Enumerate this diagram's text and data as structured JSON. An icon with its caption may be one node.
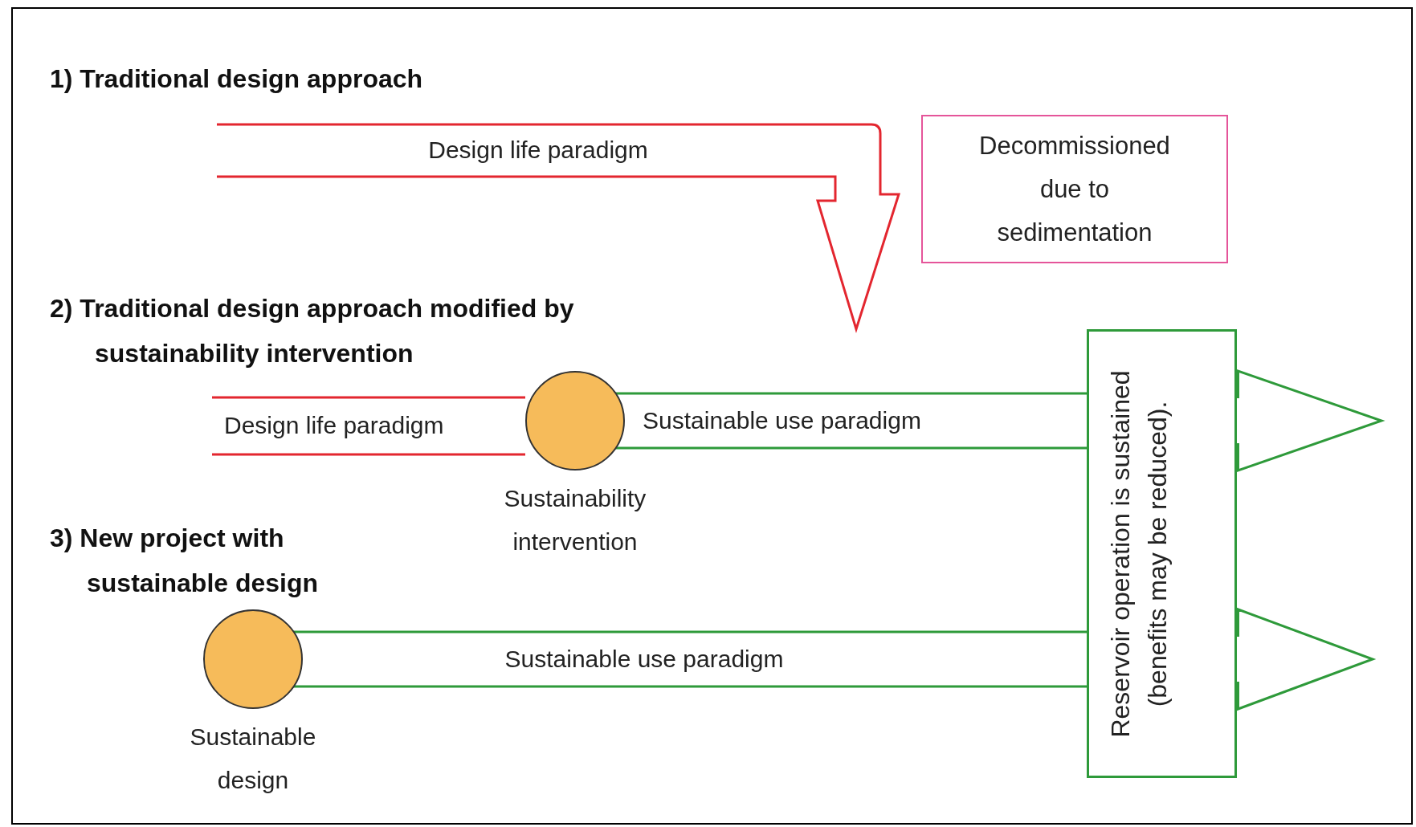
{
  "diagram": {
    "nodes": [
      {
        "text": [
          "Design life paradigm"
        ]
      },
      {
        "text": [
          "Decommissioned due to sedimentation"
        ]
      },
      {
        "text": [
          "Design life paradigm"
        ]
      },
      {
        "text": [],
        "shape": "circle",
        "beside": [
          "Sustainability intervention"
        ]
      },
      {
        "text": [
          "Reservoir operation is sustained (benefits may be reduced)."
        ]
      },
      {
        "text": [],
        "shape": "circle",
        "beside": [
          "Sustainable design"
        ]
      }
    ],
    "edges": [
      {
        "from": 3,
        "to": 4,
        "arrow": "to",
        "label": "Sustainable use paradigm",
        "color": "#2e9a3a"
      },
      {
        "from": 5,
        "to": 4,
        "arrow": "to",
        "label": "Sustainable use paradigm",
        "color": "#2e9a3a"
      }
    ],
    "labels": [
      "1) Traditional design approach",
      "2) Traditional design approach modified by sustainability intervention",
      "3) New project with sustainable design"
    ]
  }
}
